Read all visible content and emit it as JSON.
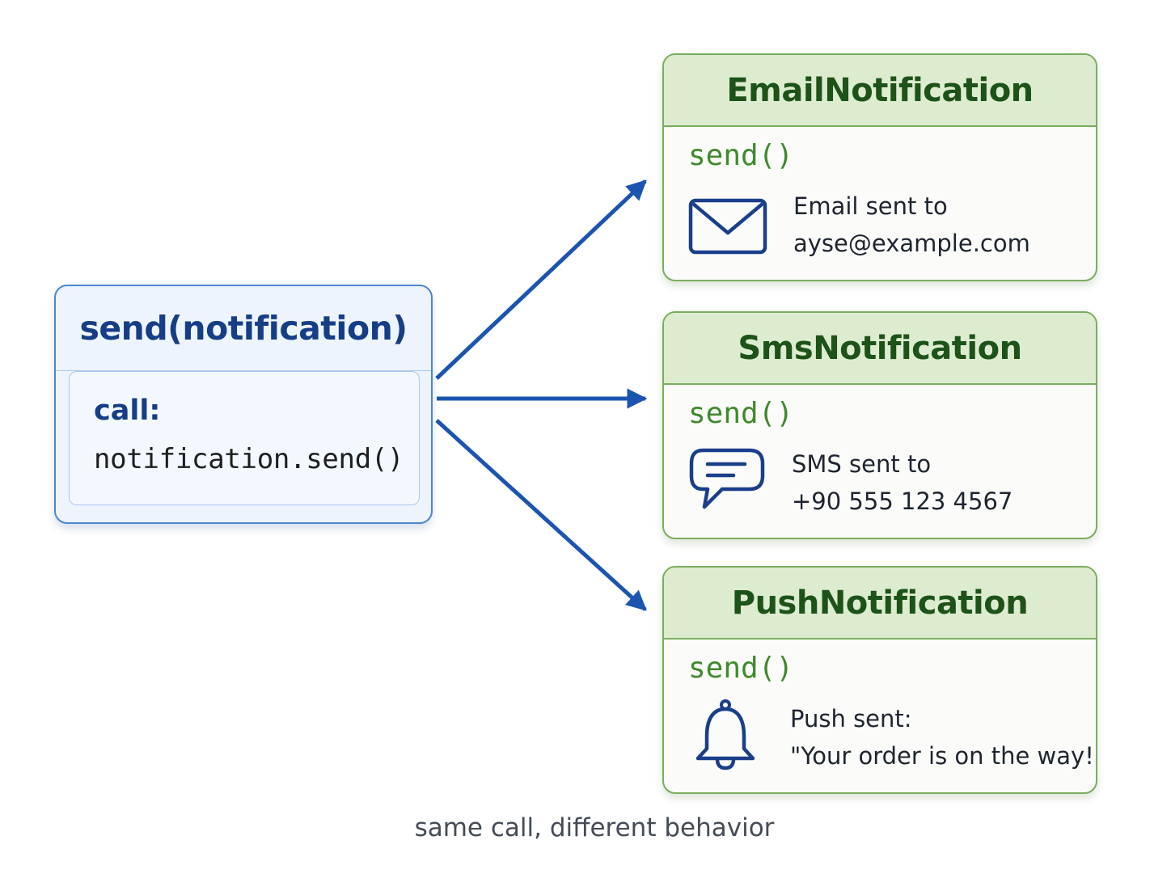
{
  "caller": {
    "title": "send(notification)",
    "call_label": "call:",
    "call_code": "notification.send()"
  },
  "implementations": [
    {
      "class_name": "EmailNotification",
      "method": "send()",
      "icon": "envelope-icon",
      "message_line1": "Email sent to",
      "message_line2": "ayse@example.com"
    },
    {
      "class_name": "SmsNotification",
      "method": "send()",
      "icon": "chat-bubble-icon",
      "message_line1": "SMS sent to",
      "message_line2": "+90 555 123 4567"
    },
    {
      "class_name": "PushNotification",
      "method": "send()",
      "icon": "bell-icon",
      "message_line1": "Push sent:",
      "message_line2": "\"Your order is on the way!\""
    }
  ],
  "caption": "same call, different behavior",
  "colors": {
    "caller_border": "#4a86d4",
    "caller_text": "#153e86",
    "arrow": "#1b55b0",
    "impl_border": "#79ad5e",
    "impl_header_bg": "#ddeccf",
    "impl_title": "#1d5218",
    "method_text": "#3f8a2c",
    "icon": "#1a3f8a"
  }
}
